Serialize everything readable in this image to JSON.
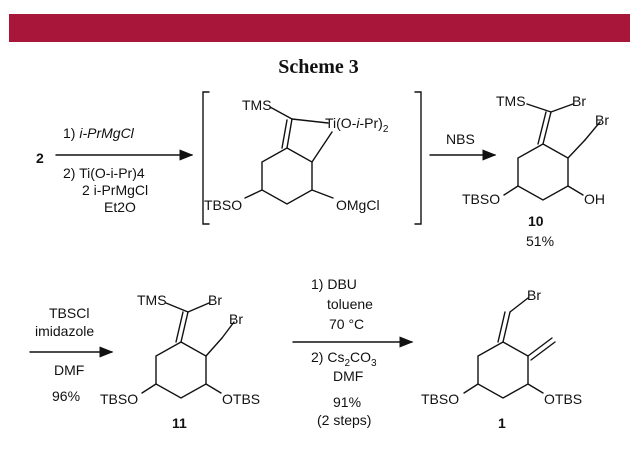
{
  "header_bar": {
    "color": "#a8163a"
  },
  "scheme_title": "Scheme 3",
  "row1": {
    "start_compound": "2",
    "step1": {
      "line1_num": "1)",
      "line1_reagent": "i-PrMgCl",
      "line2_num": "2)",
      "line2_reagent": "Ti(O-i-Pr)4",
      "line3": "2 i-PrMgCl",
      "line4": "Et2O"
    },
    "intermediate": {
      "tms": "TMS",
      "ti_group": "Ti(O-i-Pr)2",
      "left_group": "TBSO",
      "right_group": "OMgCl"
    },
    "step2": {
      "reagent": "NBS"
    },
    "product": {
      "tms": "TMS",
      "br_vinyl": "Br",
      "br_alkyl": "Br",
      "left_group": "TBSO",
      "right_group": "OH",
      "label": "10",
      "yield": "51%"
    }
  },
  "row2": {
    "step3": {
      "reagent1": "TBSCl",
      "reagent2": "imidazole",
      "solvent": "DMF",
      "yield": "96%"
    },
    "compound11": {
      "tms": "TMS",
      "br_vinyl": "Br",
      "br_alkyl": "Br",
      "left_group": "TBSO",
      "right_group": "OTBS",
      "label": "11"
    },
    "step4": {
      "line1": "1) DBU",
      "line2": "toluene",
      "line3": "70 °C",
      "line4": "2) Cs2CO3",
      "line5": "DMF",
      "yield": "91%",
      "note": "(2 steps)"
    },
    "compound1": {
      "br_vinyl": "Br",
      "left_group": "TBSO",
      "right_group": "OTBS",
      "label": "1"
    }
  }
}
